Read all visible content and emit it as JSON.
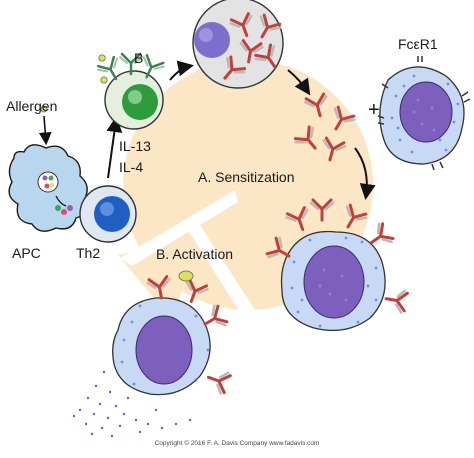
{
  "labels": {
    "allergen": "Allergen",
    "b_cell": "B",
    "il13": "IL-13",
    "il4": "IL-4",
    "apc": "APC",
    "th2": "Th2",
    "sensitization": "A. Sensitization",
    "activation": "B. Activation",
    "fce_receptor": "FcεR1",
    "plus": "+",
    "copyright": "Copyright © 2016  F. A. Davis Company  www.fadavis.com"
  },
  "colors": {
    "cycle_background": "#fbe6c6",
    "mast_cell_cytoplasm": "#c7d9f4",
    "mast_cell_nucleus": "#7d5fbe",
    "b_cell": "#2f9b3f",
    "th2_cell": "#1f5fc4",
    "apc_cell": "#b9d6ef",
    "antibody_heavy": "#c0403a",
    "antibody_light": "#bdbdbd",
    "allergen_particle": "#d8e35a"
  }
}
